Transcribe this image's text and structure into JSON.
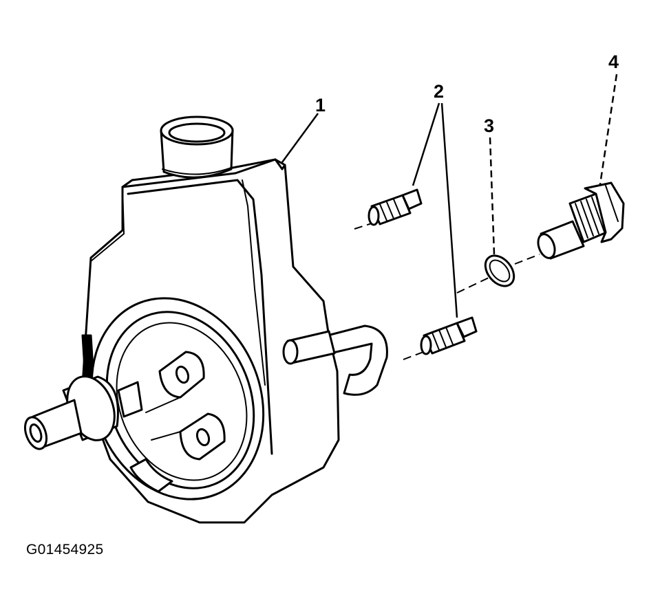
{
  "figure_id": "G01454925",
  "callouts": {
    "c1": "1",
    "c2": "2",
    "c3": "3",
    "c4": "4"
  },
  "colors": {
    "ink": "#000000",
    "paper": "#ffffff"
  }
}
